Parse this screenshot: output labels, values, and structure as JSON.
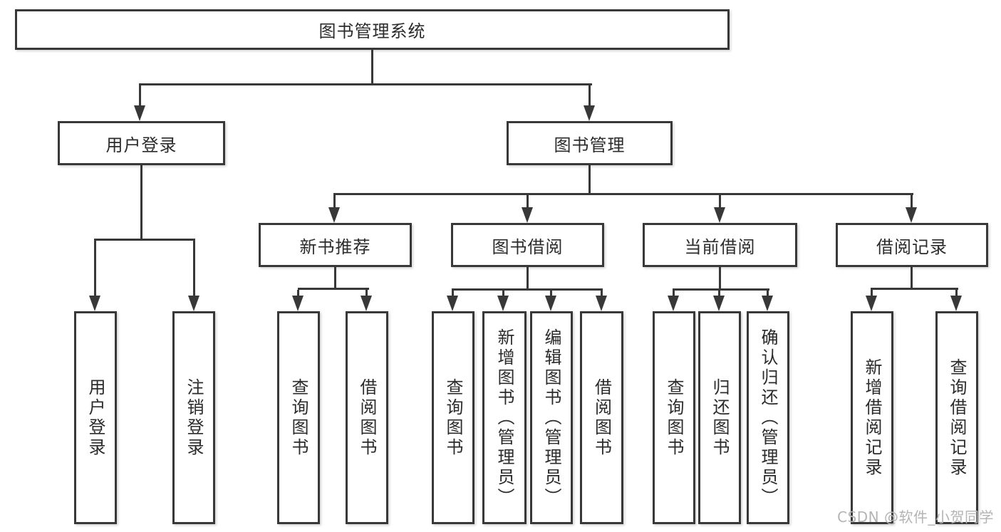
{
  "diagram_type": "hierarchy-tree",
  "tree": {
    "label": "图书管理系统",
    "children": [
      {
        "label": "用户登录",
        "children": [
          {
            "label": "用户登录"
          },
          {
            "label": "注销登录"
          }
        ]
      },
      {
        "label": "图书管理",
        "children": [
          {
            "label": "新书推荐",
            "children": [
              {
                "label": "查询图书"
              },
              {
                "label": "借阅图书"
              }
            ]
          },
          {
            "label": "图书借阅",
            "children": [
              {
                "label": "查询图书"
              },
              {
                "label": "新增图书（管理员）"
              },
              {
                "label": "编辑图书（管理员）"
              },
              {
                "label": "借阅图书"
              }
            ]
          },
          {
            "label": "当前借阅",
            "children": [
              {
                "label": "查询图书"
              },
              {
                "label": "归还图书"
              },
              {
                "label": "确认归还（管理员）"
              }
            ]
          },
          {
            "label": "借阅记录",
            "children": [
              {
                "label": "新增借阅记录"
              },
              {
                "label": "查询借阅记录"
              }
            ]
          }
        ]
      }
    ]
  },
  "watermark": {
    "text": "CSDN @软件_小贺同学"
  },
  "colors": {
    "line": "#383838",
    "text": "#2b2b2b",
    "watermark": "#b4b4b4",
    "background": "#ffffff"
  }
}
